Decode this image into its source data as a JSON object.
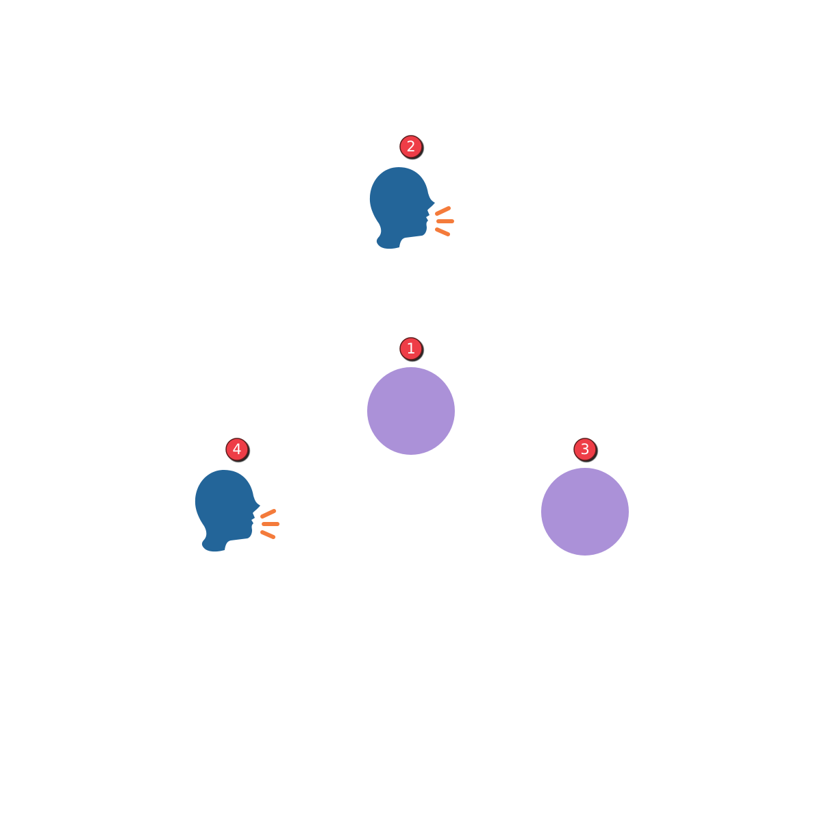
{
  "colors": {
    "background": "#ffffff",
    "speaker_head": "#236599",
    "speech_lines": "#f47b3b",
    "circle": "#ab91d8",
    "badge_fill": "#ee3e46",
    "badge_border": "#5a1a1a",
    "badge_text": "#ffffff"
  },
  "nodes": [
    {
      "id": "2",
      "label": "2",
      "kind": "speaker-icon"
    },
    {
      "id": "1",
      "label": "1",
      "kind": "circle"
    },
    {
      "id": "4",
      "label": "4",
      "kind": "speaker-icon"
    },
    {
      "id": "3",
      "label": "3",
      "kind": "circle"
    }
  ]
}
